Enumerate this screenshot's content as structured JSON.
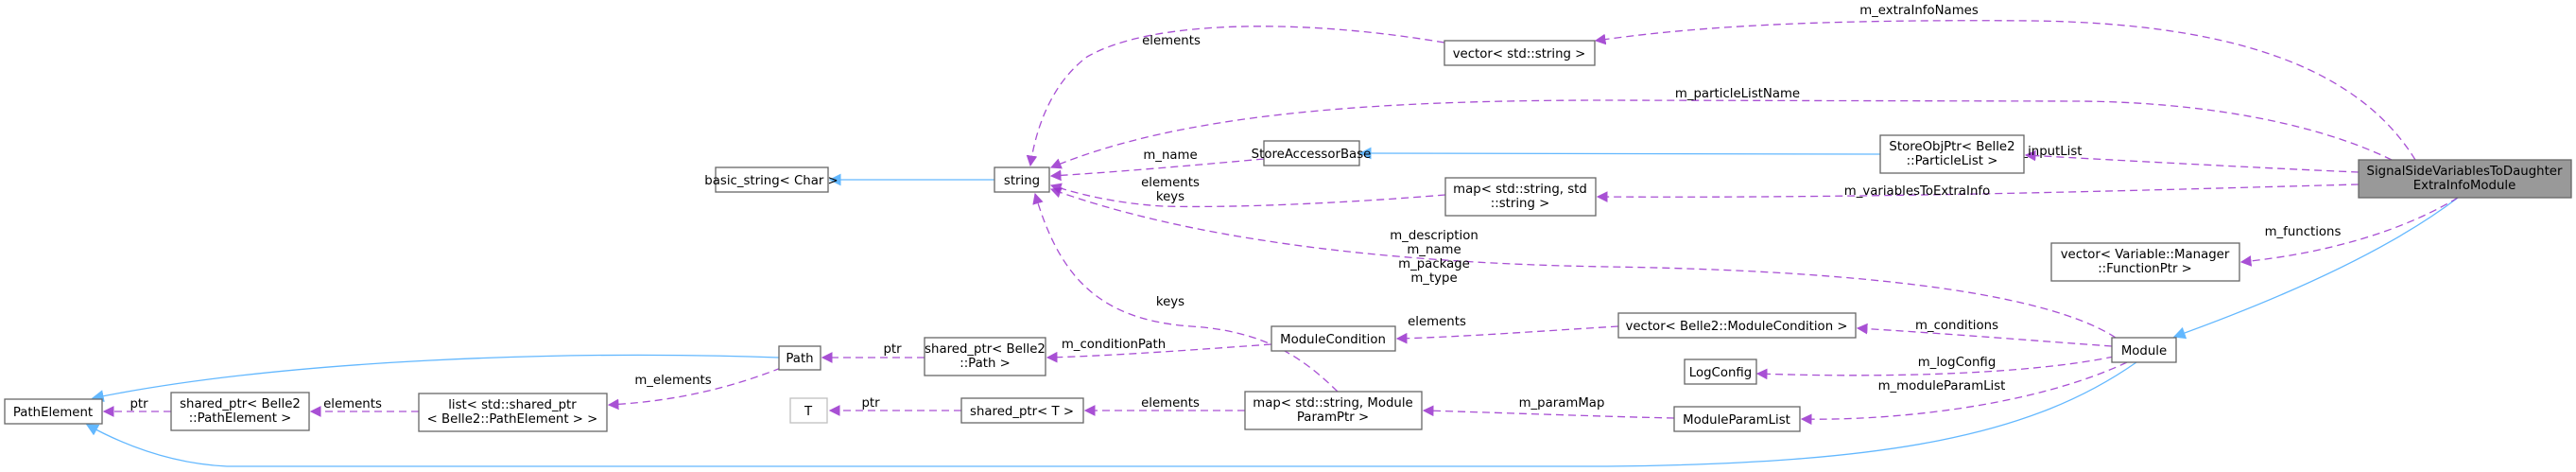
{
  "diagram": {
    "title": "SignalSideVariablesToDaughterExtraInfoModule collaboration graph",
    "colors": {
      "usage_edge": "#9a32cd",
      "inheritance_edge": "#63b8ff",
      "focus_node_fill": "#999999",
      "node_border": "#666666"
    },
    "nodes": {
      "focus": {
        "lines": [
          "SignalSideVariablesToDaughter",
          "ExtraInfoModule"
        ]
      },
      "vector_string": {
        "lines": [
          "vector< std::string >"
        ]
      },
      "string": {
        "lines": [
          "string"
        ]
      },
      "basic_string": {
        "lines": [
          "basic_string< Char >"
        ]
      },
      "store_accessor_base": {
        "lines": [
          "StoreAccessorBase"
        ]
      },
      "store_obj_ptr": {
        "lines": [
          "StoreObjPtr< Belle2",
          "::ParticleList >"
        ]
      },
      "map_string_string": {
        "lines": [
          "map< std::string, std",
          "::string >"
        ]
      },
      "vector_function_ptr": {
        "lines": [
          "vector< Variable::Manager",
          "::FunctionPtr >"
        ]
      },
      "module": {
        "lines": [
          "Module"
        ]
      },
      "vector_module_condition": {
        "lines": [
          "vector< Belle2::ModuleCondition >"
        ]
      },
      "module_condition": {
        "lines": [
          "ModuleCondition"
        ]
      },
      "log_config": {
        "lines": [
          "LogConfig"
        ]
      },
      "module_param_list": {
        "lines": [
          "ModuleParamList"
        ]
      },
      "map_module_param": {
        "lines": [
          "map< std::string, Module",
          "ParamPtr >"
        ]
      },
      "shared_ptr_t": {
        "lines": [
          "shared_ptr< T >"
        ]
      },
      "t": {
        "lines": [
          "T"
        ]
      },
      "shared_ptr_path": {
        "lines": [
          "shared_ptr< Belle2",
          "::Path >"
        ]
      },
      "path": {
        "lines": [
          "Path"
        ]
      },
      "list_shared_ptr": {
        "lines": [
          "list< std::shared_ptr",
          "< Belle2::PathElement > >"
        ]
      },
      "shared_ptr_path_element": {
        "lines": [
          "shared_ptr< Belle2",
          "::PathElement >"
        ]
      },
      "path_element": {
        "lines": [
          "PathElement"
        ]
      }
    },
    "edge_labels": {
      "m_extraInfoNames": [
        "m_extraInfoNames"
      ],
      "vector_string_elements": [
        "elements"
      ],
      "m_particleListName": [
        "m_particleListName"
      ],
      "m_name": [
        "m_name"
      ],
      "map_elements_keys": [
        "elements",
        "keys"
      ],
      "m_inputList": [
        "m_inputList"
      ],
      "m_variablesToExtraInfo": [
        "m_variablesToExtraInfo"
      ],
      "module_strings": [
        "m_description",
        "m_name",
        "m_package",
        "m_type"
      ],
      "m_functions": [
        "m_functions"
      ],
      "keys": [
        "keys"
      ],
      "m_conditions": [
        "m_conditions"
      ],
      "vmc_elements": [
        "elements"
      ],
      "m_conditionPath": [
        "m_conditionPath"
      ],
      "path_ptr": [
        "ptr"
      ],
      "m_logConfig": [
        "m_logConfig"
      ],
      "m_moduleParamList": [
        "m_moduleParamList"
      ],
      "m_paramMap": [
        "m_paramMap"
      ],
      "map_mp_elements": [
        "elements"
      ],
      "t_ptr": [
        "ptr"
      ],
      "m_elements": [
        "m_elements"
      ],
      "list_elements": [
        "elements"
      ],
      "pe_ptr": [
        "ptr"
      ]
    }
  }
}
